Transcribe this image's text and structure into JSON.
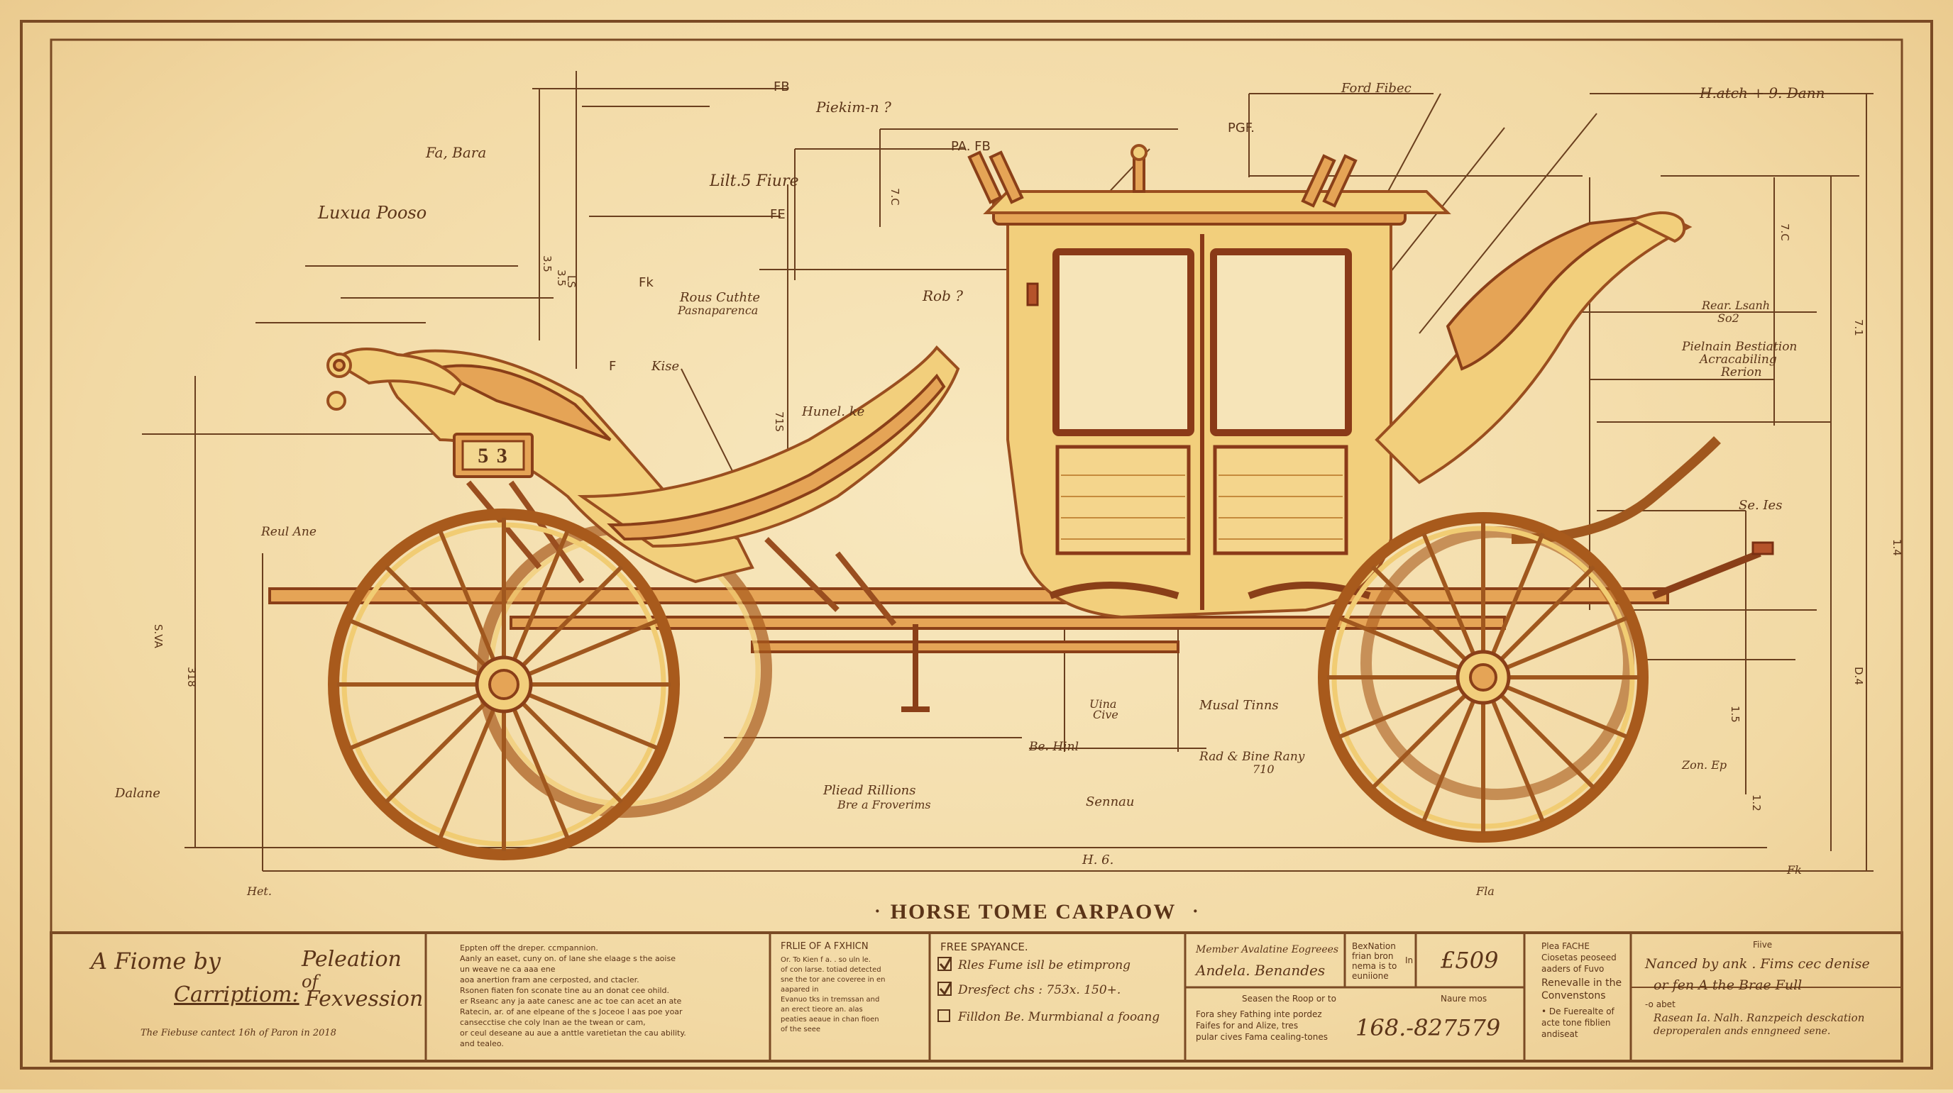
{
  "drawing": {
    "title": "HORSE TOME CARPAOW",
    "plate_number": "5 3",
    "annotations": [
      {
        "id": "fb_top",
        "text": "FB"
      },
      {
        "id": "piekim",
        "text": "Piekim-n ?"
      },
      {
        "id": "pa_fb",
        "text": "PA. FB"
      },
      {
        "id": "pgf",
        "text": "PGF."
      },
      {
        "id": "ford",
        "text": "Ford Fibec"
      },
      {
        "id": "hatch",
        "text": "H.atch + 9. Dann"
      },
      {
        "id": "fa_bara",
        "text": "Fa, Bara"
      },
      {
        "id": "luxua",
        "text": "Luxua Pooso"
      },
      {
        "id": "lift",
        "text": "Lilt.5 Fiure"
      },
      {
        "id": "fe",
        "text": "FE"
      },
      {
        "id": "fk",
        "text": "Fk"
      },
      {
        "id": "rous",
        "text": "Rous Cuthte"
      },
      {
        "id": "pasma",
        "text": "Pasnaparenca"
      },
      {
        "id": "rob",
        "text": "Rob ?"
      },
      {
        "id": "f_small",
        "text": "F"
      },
      {
        "id": "kise",
        "text": "Kise"
      },
      {
        "id": "hunel",
        "text": "Hunel. ke"
      },
      {
        "id": "reul_ane",
        "text": "Reul Ane"
      },
      {
        "id": "dalane",
        "text": "Dalane"
      },
      {
        "id": "rear_lean1",
        "text": "Rear. Lsanh"
      },
      {
        "id": "rear_lean2",
        "text": "So2"
      },
      {
        "id": "pielnain1",
        "text": "Pielnain Bestiation"
      },
      {
        "id": "pielnain2",
        "text": "Acracabiling"
      },
      {
        "id": "pielnain3",
        "text": "Rerion"
      },
      {
        "id": "se_ies",
        "text": "Se. Ies"
      },
      {
        "id": "uina",
        "text": "Uina"
      },
      {
        "id": "cive",
        "text": "Cive"
      },
      {
        "id": "musal",
        "text": "Musal Tinns"
      },
      {
        "id": "be_hinl",
        "text": "Be. Hinl"
      },
      {
        "id": "pleed1",
        "text": "Pliead Rillions"
      },
      {
        "id": "pleed2",
        "text": "Bre a Froverims"
      },
      {
        "id": "sennau",
        "text": "Sennau"
      },
      {
        "id": "rad",
        "text": "Rad & Bine Rany"
      },
      {
        "id": "rad2",
        "text": "710"
      },
      {
        "id": "zon",
        "text": "Zon. Ep"
      },
      {
        "id": "h6",
        "text": "H. 6."
      },
      {
        "id": "fk_br",
        "text": "Fk"
      },
      {
        "id": "het",
        "text": "Het."
      },
      {
        "id": "fla",
        "text": "Fla"
      },
      {
        "id": "v_38",
        "text": "3.5"
      },
      {
        "id": "v_7c",
        "text": "7.C"
      },
      {
        "id": "v_71s",
        "text": "71S"
      },
      {
        "id": "v_ls",
        "text": "LS"
      },
      {
        "id": "v_right1",
        "text": "7.C"
      },
      {
        "id": "v_right2",
        "text": "7.1"
      },
      {
        "id": "v_right3",
        "text": "D.4"
      },
      {
        "id": "v_right4",
        "text": "1.5"
      },
      {
        "id": "v_right5",
        "text": "1.2"
      },
      {
        "id": "v_right6",
        "text": "1.4"
      },
      {
        "id": "v_left1",
        "text": "S.VA"
      },
      {
        "id": "v_left2",
        "text": "318"
      },
      {
        "id": "v_left3",
        "text": "3.5"
      }
    ]
  },
  "title_block": {
    "cell1": {
      "line1": "A Fiome by",
      "line2": "Carriptiom:",
      "line3": "Peleation",
      "line4": "of",
      "line5": "Fexvession",
      "footer": "The Fiebuse cantect 16h of Paron in 2018"
    },
    "cell2": {
      "lines": [
        "Eppten off the dreper. ccmpannion.",
        "Aanly an easet, cuny on. of lane she elaage s the aoise",
        "un weave ne ca aaa ene",
        "aoa anertion fram ane cerposted, and ctacler.",
        "Rsonen fiaten fon sconate tine au an donat cee ohild.",
        "er Rseanc any ja aate canesc ane ac toe can acet an ate",
        "Ratecin, ar. of ane elpeane of the s Joceoe l aas poe yoar",
        "cansecctise che coly lnan ae the twean or cam,",
        "or ceul deseane au aue a anttle varetietan the cau ability.",
        "and tealeo."
      ]
    },
    "cell3": {
      "heading": "FRLIE OF A FXHICN",
      "lines": [
        "Or. To Kien f a. . so uln le.",
        "of con larse. totiad detected",
        "sne the tor ane coveree in en",
        "aapared in",
        "Evanuo tks in tremssan and",
        "an erect tieore an. alas",
        "peaties aeaue in chan fioen",
        "of the seee"
      ]
    },
    "cell4": {
      "heading": "FREE SPAYANCE.",
      "items": [
        {
          "text": "Rles Fume isll be etimprong",
          "checked": true
        },
        {
          "text": "Dresfect chs : 753x. 150+.",
          "checked": true
        },
        {
          "text": "Filldon Be. Murmbianal a fooang",
          "checked": false
        }
      ]
    },
    "cell5": {
      "top_left1": "Member Avalatine Eogreees",
      "top_left2": "Andela. Benandes",
      "top_mid1": "BexNation",
      "top_mid2": "frian bron",
      "top_mid3": "nema is to",
      "top_mid4": "euniione",
      "top_mid5": "In",
      "top_right": "£509",
      "bottom_label": "Seasen the Roop or to",
      "bottom_lines": [
        "Fora shey Fathing inte pordez",
        "Faifes for and Alize, tres",
        "pular cives Fama cealing-tones"
      ],
      "number_label": "Naure mos",
      "number": "168.-827579"
    },
    "cell6": {
      "lines": [
        "Plea FACHE",
        "Ciosetas peoseed",
        "aaders of Fuvo",
        "Renevalle in the",
        "Convenstons",
        "• De Fuerealte of",
        "acte tone fiblien",
        "andiseat"
      ]
    },
    "cell7": {
      "heading": "Fiive",
      "line1": "Nanced by ank . Fims cec denise",
      "line2": "or fen A the Brae Full",
      "line3": "-o abet",
      "line4": "Rasean Ia. Nalh. Ranzpeich desckation",
      "line5": "deproperalen ands enngneed sene."
    }
  },
  "colors": {
    "paper": "#f3dca8",
    "ink": "#5b3418",
    "wood_light": "#f2cf7c",
    "wood_dark": "#e5a456",
    "rust": "#b5532a"
  }
}
